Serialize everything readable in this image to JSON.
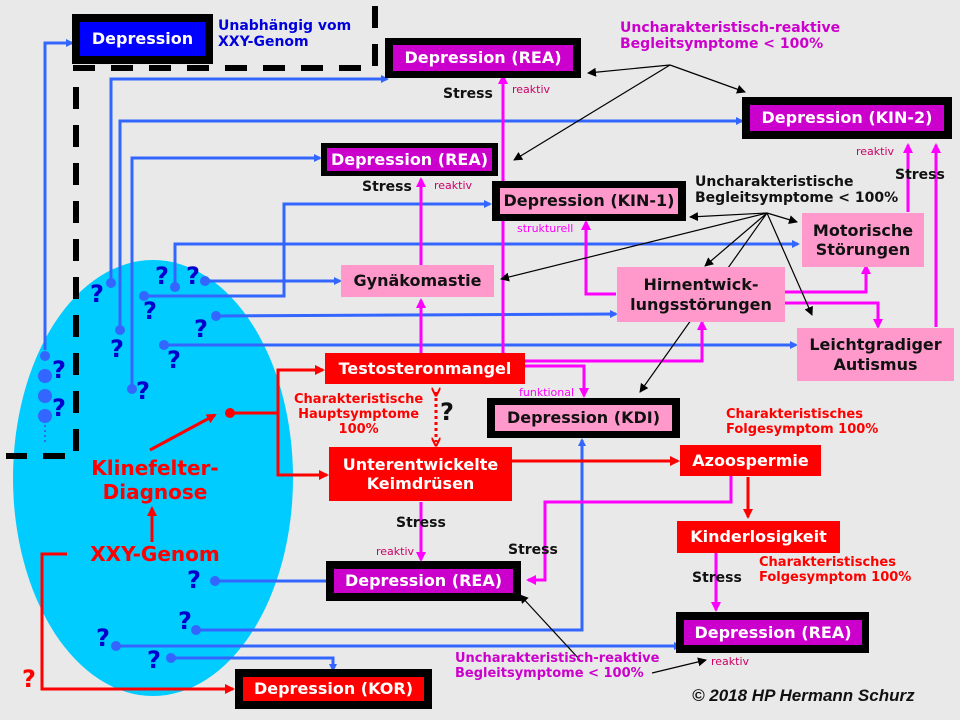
{
  "colors": {
    "background": "#e9e9e9",
    "ellipse": "#00ccff",
    "blue_arrow": "#3366ff",
    "magenta_arrow": "#ff00ff",
    "red_arrow": "#ff0000",
    "depression_rea": "#cc00cc",
    "pink_node": "#ff99cc",
    "red_node": "#ff0000",
    "blue_node": "#0000ff"
  },
  "nodes": {
    "depression_independent": "Depression",
    "independent_note": [
      "Unabhängig vom",
      "XXY-Genom"
    ],
    "depression_rea_top": "Depression (REA)",
    "depression_kin2": "Depression (KIN-2)",
    "depression_rea_mid": "Depression (REA)",
    "depression_kin1": "Depression (KIN-1)",
    "motorische": [
      "Motorische",
      "Störungen"
    ],
    "gynaekomastie": "Gynäkomastie",
    "hirnentwicklung": [
      "Hirnentwick-",
      "lungsstörungen"
    ],
    "autismus": [
      "Leichtgradiger",
      "Autismus"
    ],
    "testosteronmangel": "Testosteronmangel",
    "depression_kdi": "Depression (KDI)",
    "keimdruesen": [
      "Unterentwickelte",
      "Keimdrüsen"
    ],
    "azoospermie": "Azoospermie",
    "kinderlosigkeit": "Kinderlosigkeit",
    "depression_rea_low": "Depression (REA)",
    "depression_rea_right": "Depression (REA)",
    "depression_kor": "Depression (KOR)",
    "klinefelter": [
      "Klinefelter-",
      "Diagnose"
    ],
    "xxy": "XXY-Genom"
  },
  "annotations": {
    "uncharakteristisch_reaktive_top": [
      "Uncharakteristisch-reaktive",
      "Begleitsymptome < 100%"
    ],
    "uncharakteristische_mid": [
      "Uncharakteristische",
      "Begleitsymptome < 100%"
    ],
    "hauptsymptome": [
      "Charakteristische",
      "Hauptsymptome",
      "100%"
    ],
    "folgesymptom_1": [
      "Charakteristisches",
      "Folgesymptom 100%"
    ],
    "folgesymptom_2": [
      "Charakteristisches",
      "Folgesymptom 100%"
    ],
    "uncharakteristisch_reaktive_bottom": [
      "Uncharakteristisch-reaktive",
      "Begleitsymptome < 100%"
    ],
    "stress": "Stress",
    "reaktiv": "reaktiv",
    "strukturell": "strukturell",
    "funktional": "funktional",
    "question": "?"
  },
  "copyright": "© 2018 HP Hermann Schurz"
}
